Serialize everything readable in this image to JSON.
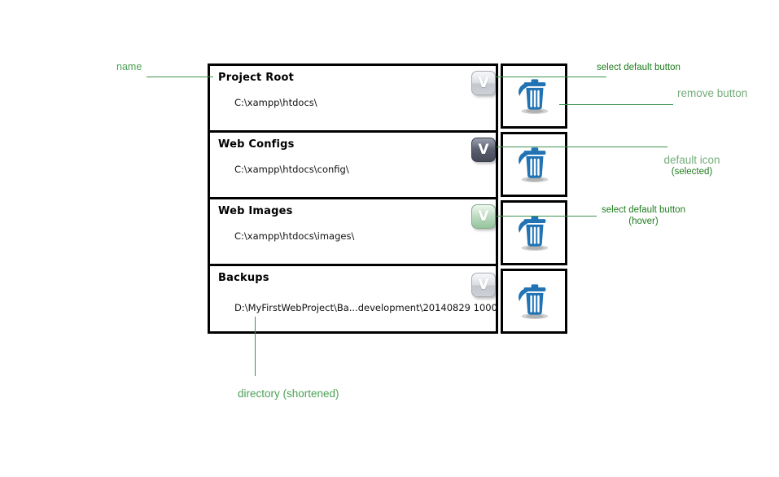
{
  "colors": {
    "annotation_dark_green": "#1e7c1e",
    "annotation_mid_green": "#4ba156",
    "annotation_light_green": "#74ad7b",
    "line_green": "#3f9350",
    "trash_blue": "#2173b4",
    "border_black": "#000000"
  },
  "buttons": {
    "select_default_label": "V"
  },
  "rows": [
    {
      "name": "Project Root",
      "path": "C:\\xampp\\htdocs\\",
      "button_state": "default"
    },
    {
      "name": "Web Configs",
      "path": "C:\\xampp\\htdocs\\config\\",
      "button_state": "selected"
    },
    {
      "name": "Web Images",
      "path": "C:\\xampp\\htdocs\\images\\",
      "button_state": "hover"
    },
    {
      "name": "Backups",
      "path": "D:\\MyFirstWebProject\\Ba...development\\20140829 1000",
      "button_state": "default"
    }
  ],
  "annotations": {
    "name_label": "name",
    "select_default_label": "select default button",
    "remove_label": "remove button",
    "default_icon_label": "default icon",
    "default_icon_sub": "(selected)",
    "hover_label": "select default button",
    "hover_sub": "(hover)",
    "directory_label": "directory (shortened)"
  }
}
